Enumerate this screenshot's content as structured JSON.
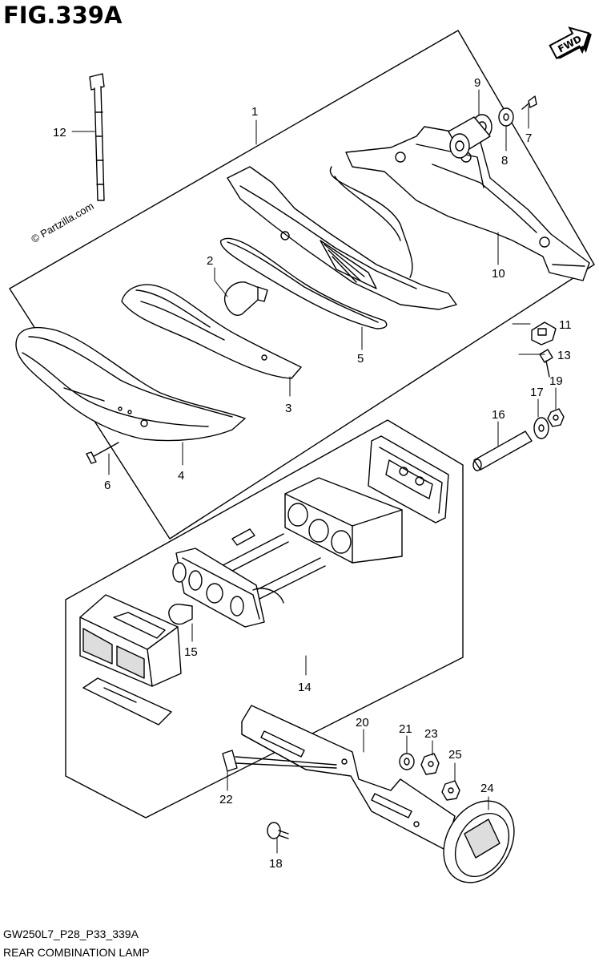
{
  "figure": {
    "title": "FIG.339A",
    "code": "GW250L7_P28_P33_339A",
    "name": "REAR COMBINATION LAMP",
    "watermark": "© Partzilla.com",
    "direction": "FWD"
  },
  "labels": {
    "p1": "1",
    "p2": "2",
    "p3": "3",
    "p4": "4",
    "p5": "5",
    "p6": "6",
    "p7": "7",
    "p8": "8",
    "p9": "9",
    "p10": "10",
    "p11": "11",
    "p12": "12",
    "p13": "13",
    "p14": "14",
    "p15": "15",
    "p16": "16",
    "p17": "17",
    "p18": "18",
    "p19": "19",
    "p20": "20",
    "p21": "21",
    "p22": "22",
    "p23": "23",
    "p24": "24",
    "p25": "25"
  },
  "colors": {
    "line": "#000000",
    "background": "#ffffff",
    "shade": "#cfcfcf"
  }
}
